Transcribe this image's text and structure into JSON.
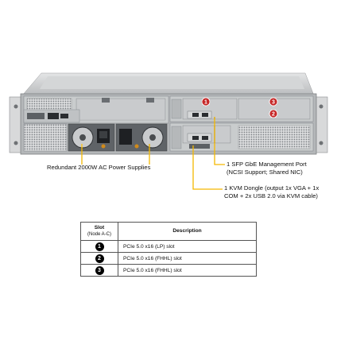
{
  "callouts": {
    "power": "Redundant 2000W AC Power Supplies",
    "sfp": "1 SFP GbE Management Port\n(NCSI Support; Shared NIC)",
    "kvm": "1 KVM Dongle (output 1x VGA + 1x\nCOM + 2x USB 2.0 via KVM cable)"
  },
  "chassis_markers": [
    "1",
    "3",
    "2"
  ],
  "table": {
    "header_slot": "Slot",
    "header_slot_sub": "(Node A-C)",
    "header_desc": "Description",
    "rows": [
      {
        "slot": "1",
        "desc": "PCIe 5.0 x16 (LP) slot"
      },
      {
        "slot": "2",
        "desc": "PCIe 5.0 x16 (FHHL) slot"
      },
      {
        "slot": "3",
        "desc": "PCIe 5.0 x16 (FHHL) slot"
      }
    ]
  },
  "colors": {
    "callout_line": "#f5b800",
    "marker_red": "#c62828",
    "chassis": "#c9cbcc"
  }
}
